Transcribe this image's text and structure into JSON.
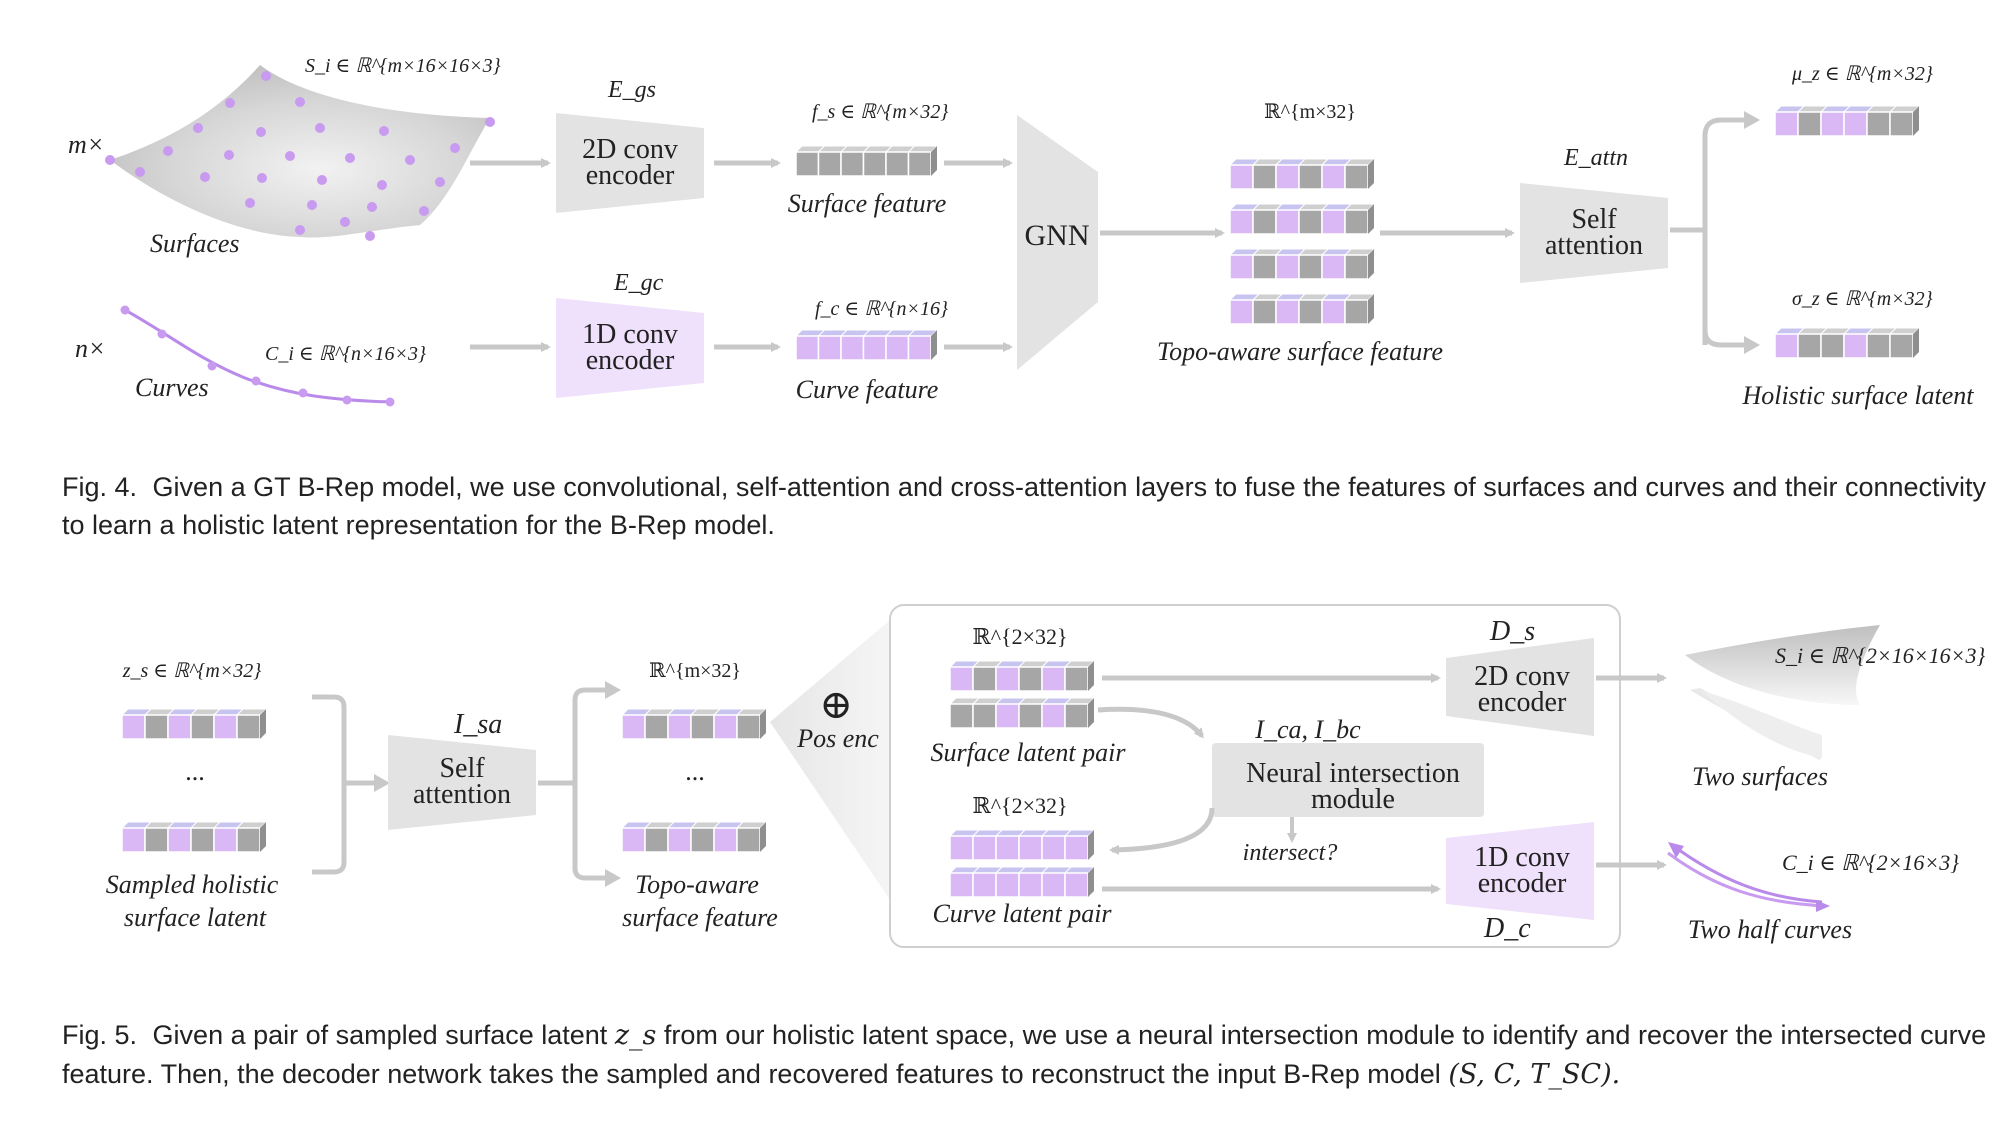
{
  "fig4": {
    "m_prefix": "m×",
    "n_prefix": "n×",
    "surfaces_label": "Surfaces",
    "curves_label": "Curves",
    "Si_label": "S_i ∈ ℝ^{m×16×16×3}",
    "Ci_label": "C_i ∈ ℝ^{n×16×3}",
    "Egs": "E_gs",
    "Egc": "E_gc",
    "conv2d_line1": "2D conv",
    "conv2d_line2": "encoder",
    "conv1d_line1": "1D conv",
    "conv1d_line2": "encoder",
    "fs_label": "f_s ∈ ℝ^{m×32}",
    "fc_label": "f_c ∈ ℝ^{n×16}",
    "surface_feature": "Surface feature",
    "curve_feature": "Curve feature",
    "gnn": "GNN",
    "r_m32": "ℝ^{m×32}",
    "topo_feature": "Topo-aware surface feature",
    "Eattn": "E_attn",
    "self_line1": "Self",
    "self_line2": "attention",
    "mu_label": "μ_z ∈ ℝ^{m×32}",
    "sigma_label": "σ_z ∈ ℝ^{m×32}",
    "holistic_latent": "Holistic surface latent"
  },
  "fig5": {
    "zs_label": "z_s ∈ ℝ^{m×32}",
    "dots": "...",
    "sampled_line1": "Sampled holistic",
    "sampled_line2": "surface latent",
    "Isa": "I_sa",
    "self_line1": "Self",
    "self_line2": "attention",
    "r_m32": "ℝ^{m×32}",
    "topo_line1": "Topo-aware",
    "topo_line2": "surface feature",
    "oplus": "⊕",
    "pos_enc": "Pos enc",
    "r_2x32_top": "ℝ^{2×32}",
    "r_2x32_bottom": "ℝ^{2×32}",
    "surface_pair": "Surface latent pair",
    "curve_pair": "Curve latent pair",
    "Ica_Ibc": "I_ca, I_bc",
    "nim_line1": "Neural intersection",
    "nim_line2": "module",
    "intersect": "intersect?",
    "Ds": "D_s",
    "Dc": "D_c",
    "conv2d_line1": "2D conv",
    "conv2d_line2": "encoder",
    "conv1d_line1": "1D conv",
    "conv1d_line2": "encoder",
    "Si_label": "S_i ∈ ℝ^{2×16×16×3}",
    "Ci_label": "C_i ∈ ℝ^{2×16×3}",
    "two_surfaces": "Two surfaces",
    "two_half_curves": "Two half curves"
  },
  "caption4": {
    "fig": "Fig. 4.",
    "text": "Given a GT B-Rep model, we use convolutional, self-attention and cross-attention layers to fuse the features of surfaces and curves and their connectivity to learn a holistic latent representation for the B-Rep model."
  },
  "caption5": {
    "fig": "Fig. 5.",
    "text_a": "Given a pair of sampled surface latent",
    "text_zs": "z_s",
    "text_b": "from our holistic latent space, we use a neural intersection module to identify and recover the intersected curve feature. Then, the decoder network takes the sampled and recovered features to reconstruct the input B-Rep model",
    "text_tuple": "(S, C, T_SC)."
  },
  "colors": {
    "gray_block": "#a6a6a6",
    "purple_block": "#d9b8f5",
    "purple_top": "#c7c4f0",
    "gray_top": "#cfcfcf",
    "encoder_gray": "#e3e3e3",
    "encoder_purple": "#efe0fb",
    "arrow": "#c8c8c8",
    "point_purple": "#c89af0",
    "curve_purple": "#b98aea"
  }
}
